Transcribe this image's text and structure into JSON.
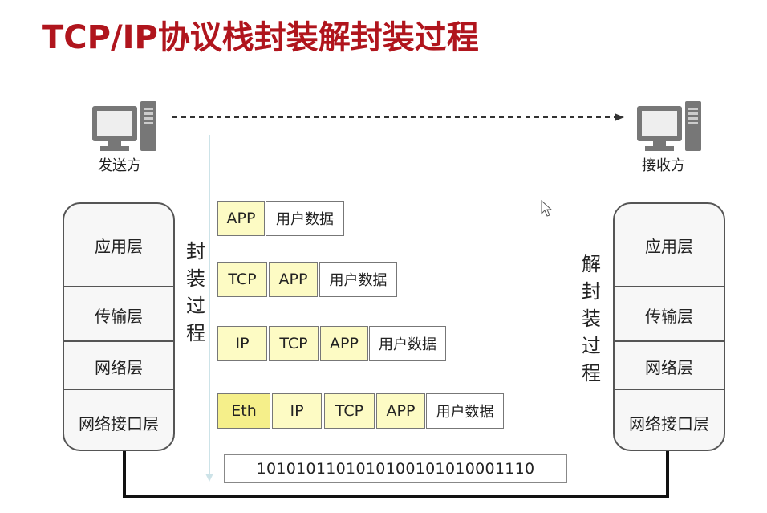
{
  "title": "TCP/IP协议栈封装解封装过程",
  "sender": {
    "label": "发送方",
    "icon": "computer-icon"
  },
  "receiver": {
    "label": "接收方",
    "icon": "computer-icon"
  },
  "left_stack": [
    "应用层",
    "传输层",
    "网络层",
    "网络接口层"
  ],
  "right_stack": [
    "应用层",
    "传输层",
    "网络层",
    "网络接口层"
  ],
  "encap_label": [
    "封",
    "装",
    "过",
    "程"
  ],
  "decap_label": [
    "解",
    "封",
    "装",
    "过",
    "程"
  ],
  "rows": [
    {
      "headers": [
        "APP"
      ],
      "data": "用户数据"
    },
    {
      "headers": [
        "TCP",
        "APP"
      ],
      "data": "用户数据"
    },
    {
      "headers": [
        "IP",
        "TCP",
        "APP"
      ],
      "data": "用户数据"
    },
    {
      "headers": [
        "Eth",
        "IP",
        "TCP",
        "APP"
      ],
      "data": "用户数据"
    }
  ],
  "bits": "10101011010101001010100011 10",
  "bits_text": "101010110101010010101000 1110",
  "bitstream": "1010101101010100101010001110",
  "colors": {
    "title": "#b0151d",
    "header_fill": "#fdfbc4",
    "eth_fill": "#f5ef8a"
  }
}
